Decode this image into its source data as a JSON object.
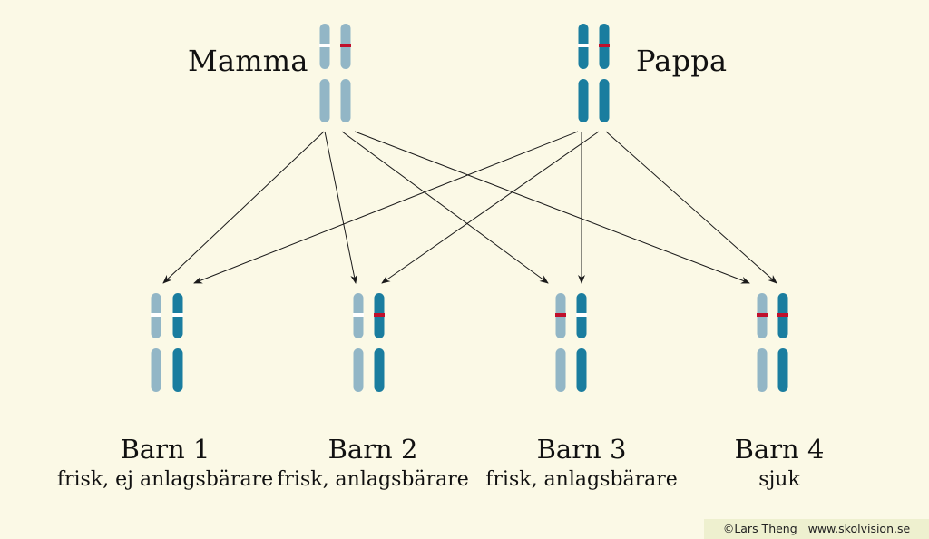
{
  "colors": {
    "background": "#fbf9e6",
    "mother_chromosome": "#92b6c6",
    "father_chromosome": "#1a7d9f",
    "healthy_allele": "#ffffff",
    "disease_allele": "#c0102c",
    "arrow": "#1a1a1a",
    "credit_bg": "#eef0cf"
  },
  "parents": {
    "mother": {
      "label": "Mamma",
      "chromosomes": [
        "healthy",
        "disease"
      ]
    },
    "father": {
      "label": "Pappa",
      "chromosomes": [
        "healthy",
        "disease"
      ]
    }
  },
  "children": [
    {
      "title": "Barn 1",
      "status": "frisk, ej anlagsbärare",
      "from_mother": "healthy",
      "from_father": "healthy"
    },
    {
      "title": "Barn 2",
      "status": "frisk, anlagsbärare",
      "from_mother": "healthy",
      "from_father": "disease"
    },
    {
      "title": "Barn 3",
      "status": "frisk, anlagsbärare",
      "from_mother": "disease",
      "from_father": "healthy"
    },
    {
      "title": "Barn 4",
      "status": "sjuk",
      "from_mother": "disease",
      "from_father": "disease"
    }
  ],
  "credit": {
    "author": "©Lars Theng",
    "website": "www.skolvision.se"
  }
}
